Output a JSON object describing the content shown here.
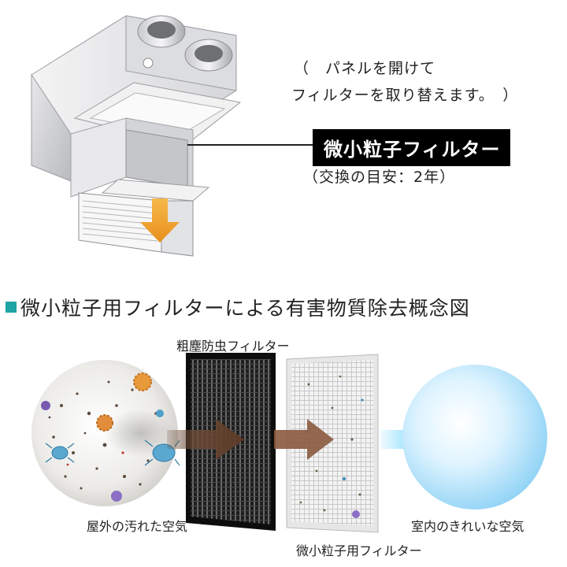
{
  "installation": {
    "note_line1": "（　パネルを開けて",
    "note_line2": "フィルターを取り替えます。　）",
    "filter_label": "微小粒子フィルター",
    "replacement_interval": "（交換の目安：2年）"
  },
  "concept": {
    "title": "微小粒子用フィルターによる有害物質除去概念図",
    "accent_color": "#1fa3a3",
    "coarse_filter_label": "粗塵防虫フィルター",
    "fine_filter_label": "微小粒子用フィルター",
    "dirty_air_label": "屋外の汚れた空気",
    "clean_air_label": "室内のきれいな空気"
  }
}
